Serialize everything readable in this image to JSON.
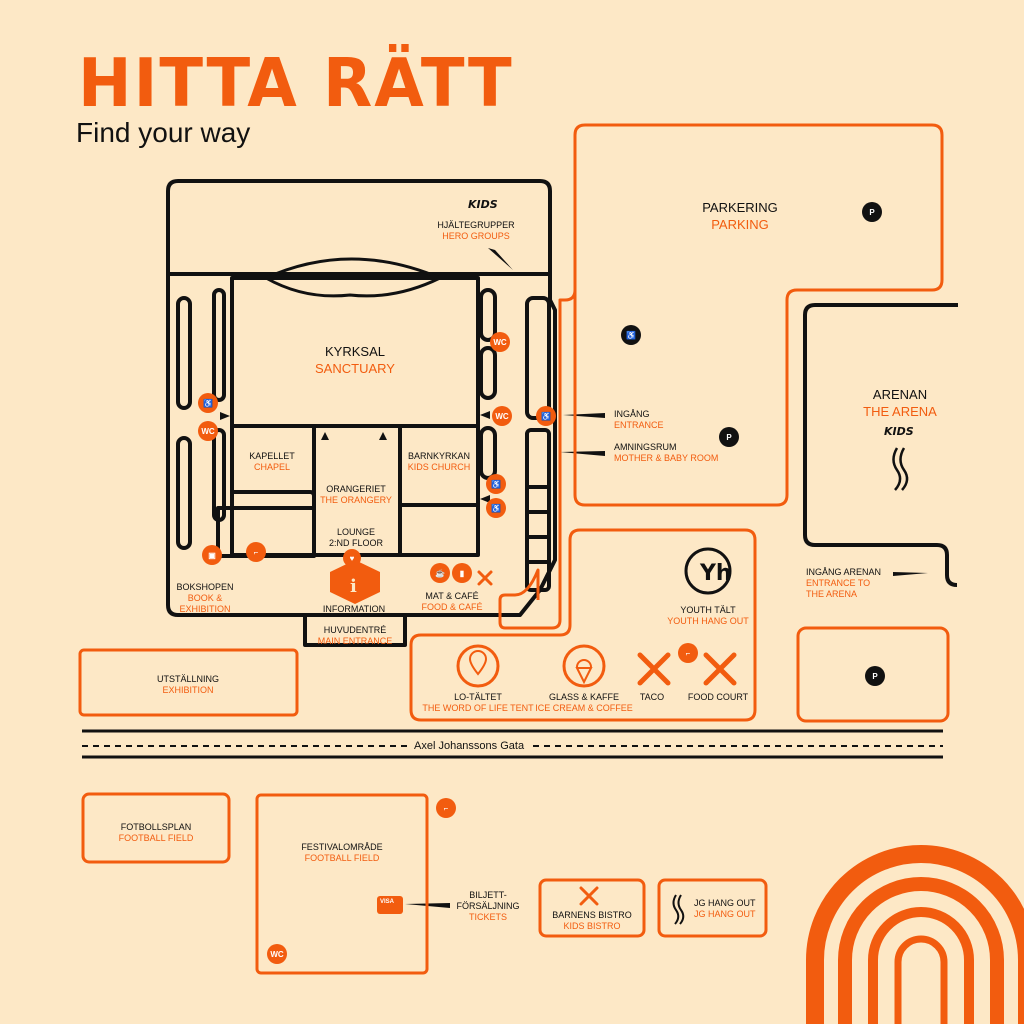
{
  "header": {
    "title": "HITTA RÄTT",
    "subtitle": "Find your way"
  },
  "colors": {
    "accent": "#f25c0f",
    "ink": "#111111",
    "background": "#fde8c6"
  },
  "street": "Axel Johanssons Gata",
  "kids_badge": "KIDS",
  "icons": {
    "wc": "WC",
    "parking": "P",
    "wheelchair": "wheelchair-icon",
    "water": "water-tap-icon",
    "visa": "VISA"
  },
  "areas": {
    "hero_groups": {
      "sv": "HJÄLTEGRUPPER",
      "en": "HERO GROUPS"
    },
    "sanctuary": {
      "sv": "KYRKSAL",
      "en": "SANCTUARY"
    },
    "chapel": {
      "sv": "KAPELLET",
      "en": "CHAPEL"
    },
    "orangery": {
      "sv": "ORANGERIET",
      "en": "THE ORANGERY"
    },
    "lounge": {
      "sv": "LOUNGE",
      "en": "2:ND FLOOR"
    },
    "kids_church": {
      "sv": "BARNKYRKAN",
      "en": "KIDS CHURCH"
    },
    "bookshop": {
      "sv": "BOKSHOPEN",
      "en1": "BOOK &",
      "en2": "EXHIBITION"
    },
    "information": {
      "sv": "INFORMATION"
    },
    "food_cafe": {
      "sv": "MAT & CAFÉ",
      "en": "FOOD & CAFÉ"
    },
    "main_entrance": {
      "sv": "HUVUDENTRÉ",
      "en": "MAIN ENTRANCE"
    },
    "parking": {
      "sv": "PARKERING",
      "en": "PARKING"
    },
    "entrance": {
      "sv": "INGÅNG",
      "en": "ENTRANCE"
    },
    "mother_baby": {
      "sv": "AMNINGSRUM",
      "en": "MOTHER & BABY ROOM"
    },
    "arena": {
      "sv": "ARENAN",
      "en": "THE ARENA"
    },
    "arena_entrance": {
      "sv": "INGÅNG ARENAN",
      "en1": "ENTRANCE TO",
      "en2": "THE ARENA"
    },
    "youth": {
      "sv": "YOUTH TÄLT",
      "en": "YOUTH HANG OUT"
    },
    "exhibition": {
      "sv": "UTSTÄLLNING",
      "en": "EXHIBITION"
    },
    "lo_tent": {
      "sv": "LO-TÄLTET",
      "en": "THE WORD OF LIFE TENT"
    },
    "ice_cream": {
      "sv": "GLASS & KAFFE",
      "en": "ICE CREAM & COFFEE"
    },
    "taco": {
      "sv": "TACO"
    },
    "food_court": {
      "sv": "FOOD COURT"
    },
    "football": {
      "sv": "FOTBOLLSPLAN",
      "en": "FOOTBALL FIELD"
    },
    "festival": {
      "sv": "FESTIVALOMRÅDE",
      "en": "FOOTBALL FIELD"
    },
    "tickets": {
      "sv1": "BILJETT-",
      "sv2": "FÖRSÄLJNING",
      "en": "TICKETS"
    },
    "kids_bistro": {
      "sv": "BARNENS BISTRO",
      "en": "KIDS BISTRO"
    },
    "jg_hangout": {
      "sv": "JG HANG OUT",
      "en": "JG HANG OUT"
    }
  }
}
